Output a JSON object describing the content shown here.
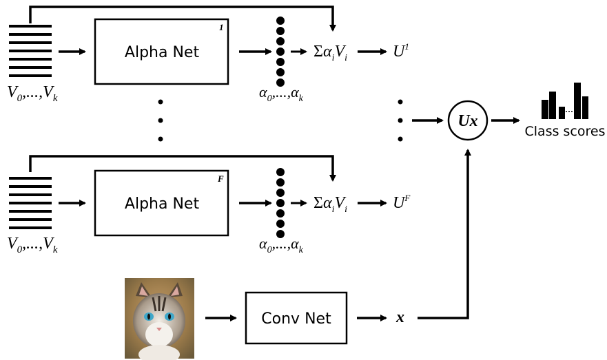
{
  "top_branch": {
    "inputs_label": {
      "v0": "V",
      "v0_sub": "0",
      "sep": ",...,",
      "vk": "V",
      "vk_sub": "k"
    },
    "net_label": "Alpha Net",
    "net_index": "1",
    "alphas_label": {
      "a0": "α",
      "a0_sub": "0",
      "sep": ",...,",
      "ak": "α",
      "ak_sub": "k"
    },
    "sum_label": {
      "sigma": "Σ",
      "alpha": "α",
      "alpha_sub": "i",
      "v": "V",
      "v_sub": "i"
    },
    "output_label": {
      "u": "U",
      "sup": "1"
    }
  },
  "bottom_branch": {
    "inputs_label": {
      "v0": "V",
      "v0_sub": "0",
      "sep": ",...,",
      "vk": "V",
      "vk_sub": "k"
    },
    "net_label": "Alpha Net",
    "net_index": "F",
    "alphas_label": {
      "a0": "α",
      "a0_sub": "0",
      "sep": ",...,",
      "ak": "α",
      "ak_sub": "k"
    },
    "sum_label": {
      "sigma": "Σ",
      "alpha": "α",
      "alpha_sub": "i",
      "v": "V",
      "v_sub": "i"
    },
    "output_label": {
      "u": "U",
      "sup": "F"
    }
  },
  "conv_net": {
    "label": "Conv Net",
    "output": "x"
  },
  "combine": {
    "label": "Ux"
  },
  "result": {
    "label": "Class scores"
  },
  "image": {
    "subject": "cat-photo"
  },
  "colors": {
    "stroke": "#000000",
    "background": "#ffffff"
  }
}
